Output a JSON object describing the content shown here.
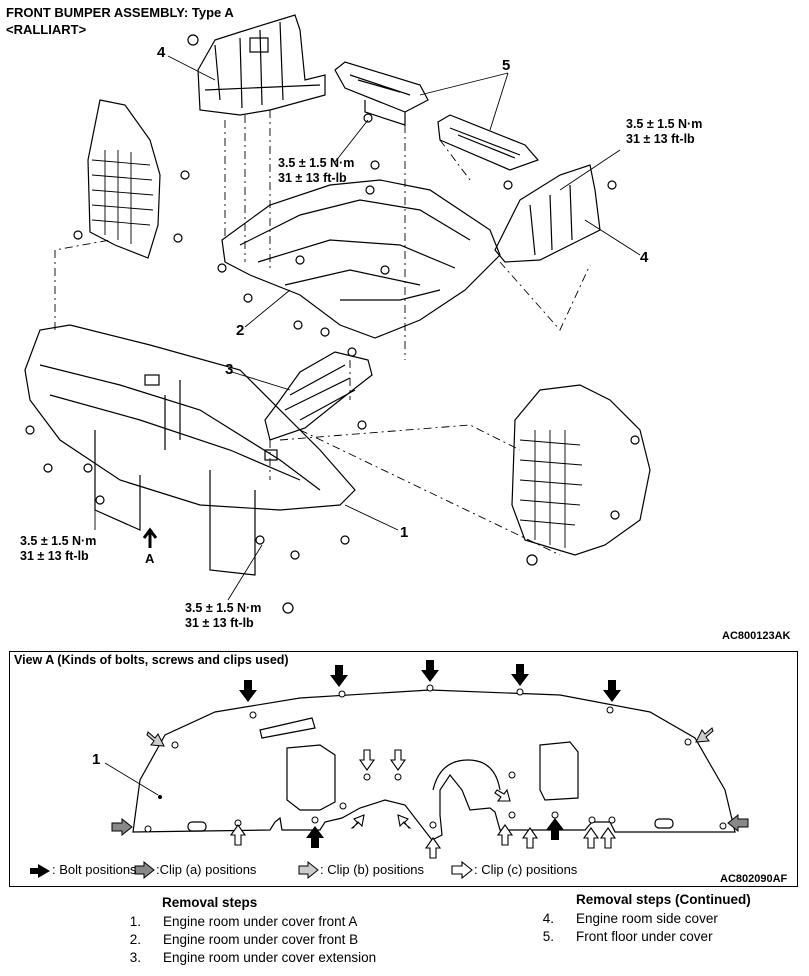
{
  "header": {
    "title_line1": "FRONT BUMPER ASSEMBLY: Type A",
    "title_line2": "<RALLIART>"
  },
  "diagram": {
    "code": "AC800123AK",
    "torque_spec": "3.5 ± 1.5 N·m\n31 ± 13 ft-lb",
    "callouts": {
      "c1": "1",
      "c2": "2",
      "c3": "3",
      "c4a": "4",
      "c4b": "4",
      "c5": "5",
      "viewA": "A"
    }
  },
  "view_a": {
    "title": "View A (Kinds of bolts, screws and clips used)",
    "callout": "1",
    "code": "AC802090AF",
    "legend": {
      "bolt": ": Bolt positions",
      "clip_a": ":Clip (a) positions",
      "clip_b": ": Clip (b) positions",
      "clip_c": ": Clip (c) positions"
    }
  },
  "removal": {
    "heading": "Removal steps",
    "heading_continued": "Removal steps (Continued)",
    "steps": [
      {
        "n": "1.",
        "label": "Engine room under cover front A"
      },
      {
        "n": "2.",
        "label": "Engine room under cover front B"
      },
      {
        "n": "3.",
        "label": "Engine room under cover extension"
      },
      {
        "n": "4.",
        "label": "Engine room side cover"
      },
      {
        "n": "5.",
        "label": "Front floor under cover"
      }
    ]
  }
}
